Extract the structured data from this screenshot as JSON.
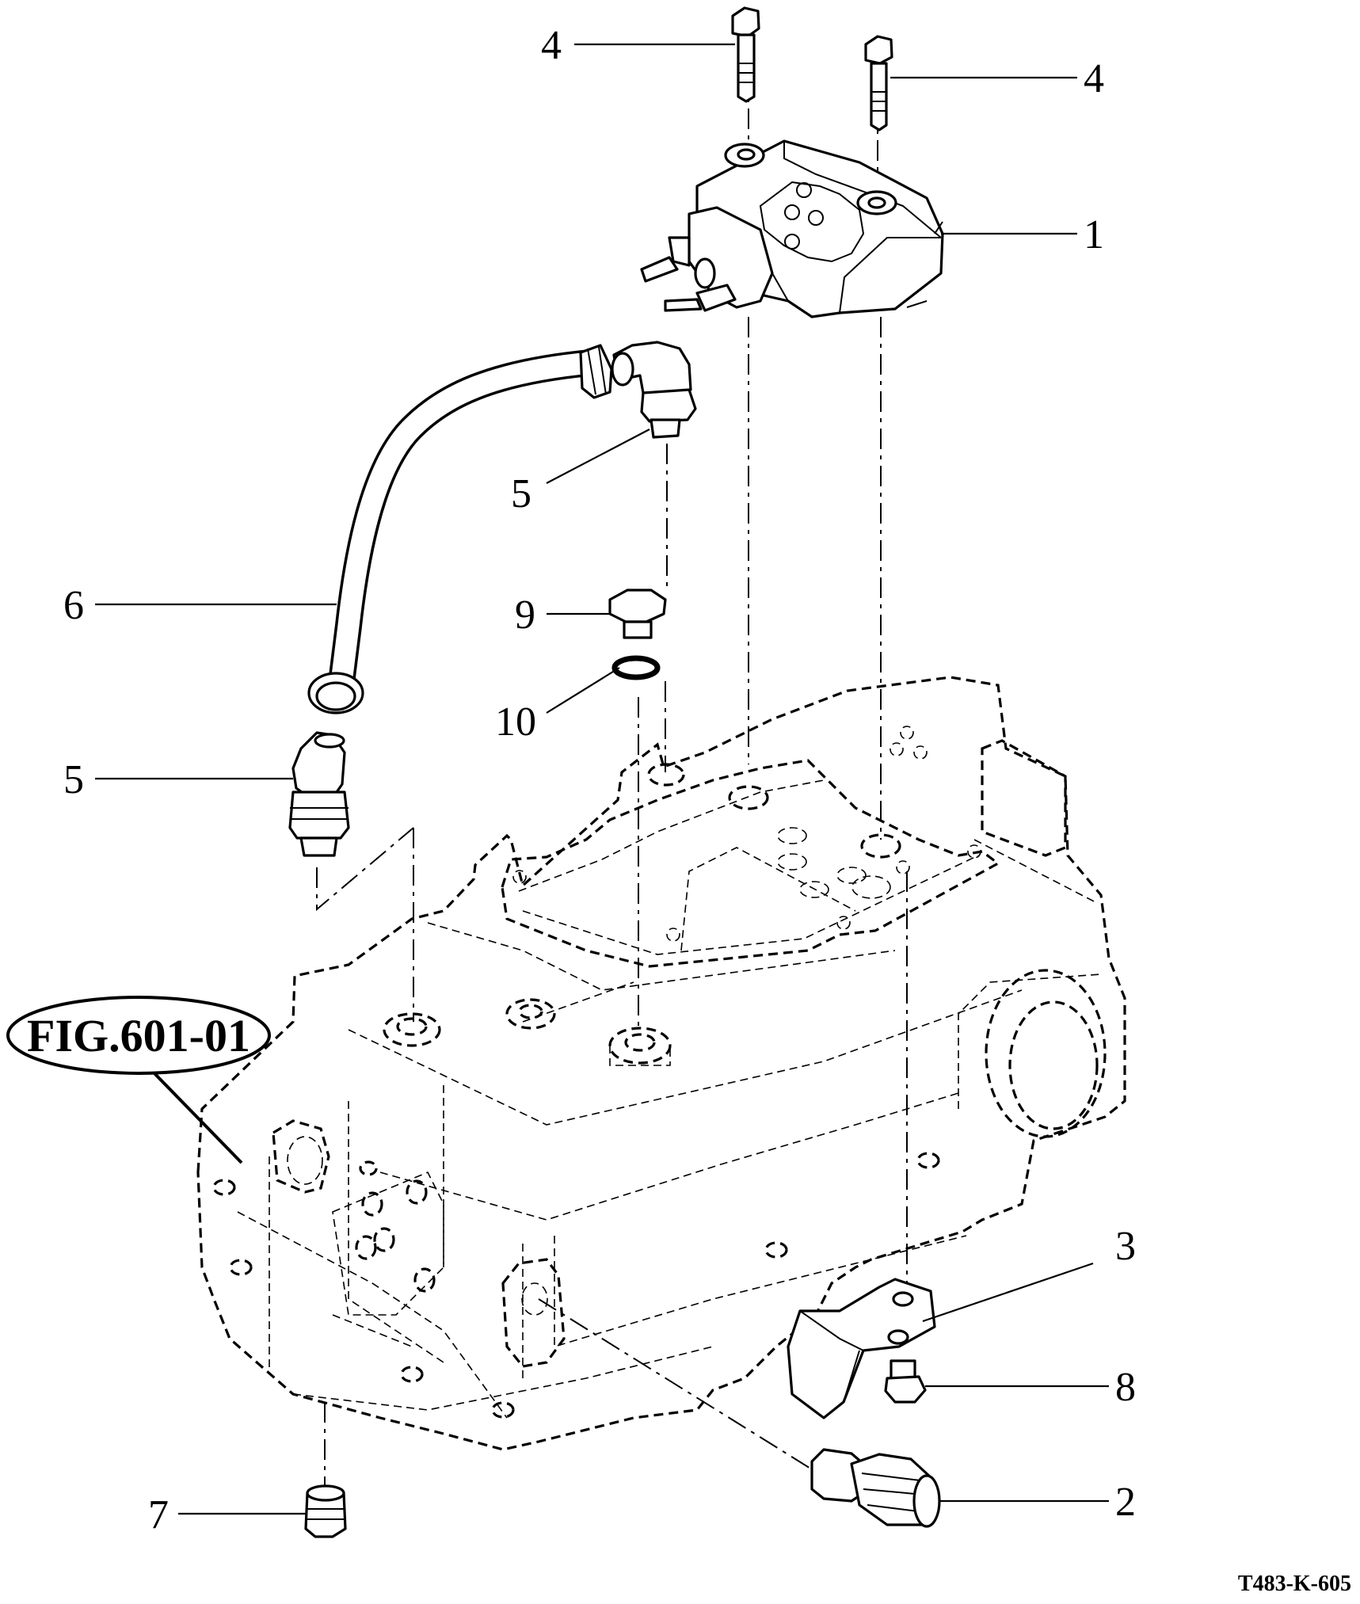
{
  "callouts": {
    "c1": "1",
    "c2": "2",
    "c3": "3",
    "c4a": "4",
    "c4b": "4",
    "c5a": "5",
    "c5b": "5",
    "c6": "6",
    "c7": "7",
    "c8": "8",
    "c9": "9",
    "c10": "10"
  },
  "figure_reference": "FIG.601-01",
  "drawing_number": "T483-K-605"
}
